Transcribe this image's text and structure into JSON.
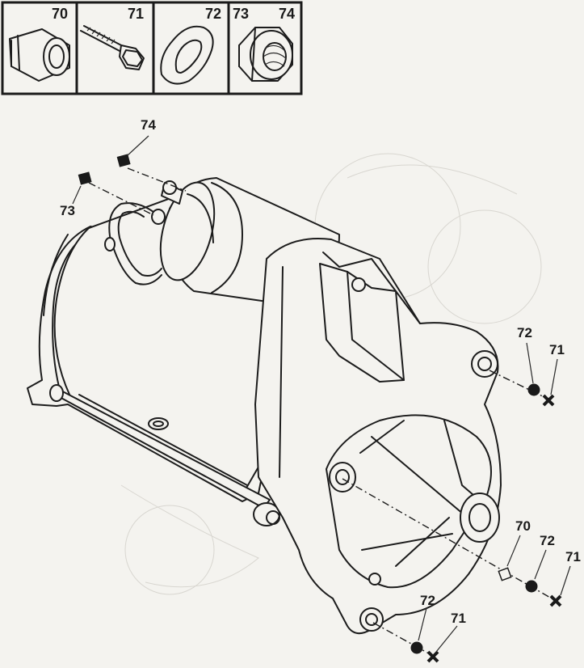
{
  "legend": [
    {
      "key": "box-70",
      "label": "70",
      "icon": "sleeve-icon"
    },
    {
      "key": "box-71",
      "label": "71",
      "icon": "bolt-icon"
    },
    {
      "key": "box-72",
      "label": "72",
      "icon": "washer-icon"
    },
    {
      "key": "box-73-74",
      "labels": [
        "73",
        "74"
      ],
      "icon": "lock-nut-icon"
    }
  ],
  "callouts": {
    "c74_top": "74",
    "c73_left": "73",
    "c72_upper": "72",
    "c71_upper": "71",
    "c70_lower": "70",
    "c72_lower": "72",
    "c71_lower": "71",
    "c72_bottom": "72",
    "c71_bottom": "71"
  },
  "colors": {
    "ink": "#1c1c1c",
    "paper": "#f4f3ef"
  }
}
